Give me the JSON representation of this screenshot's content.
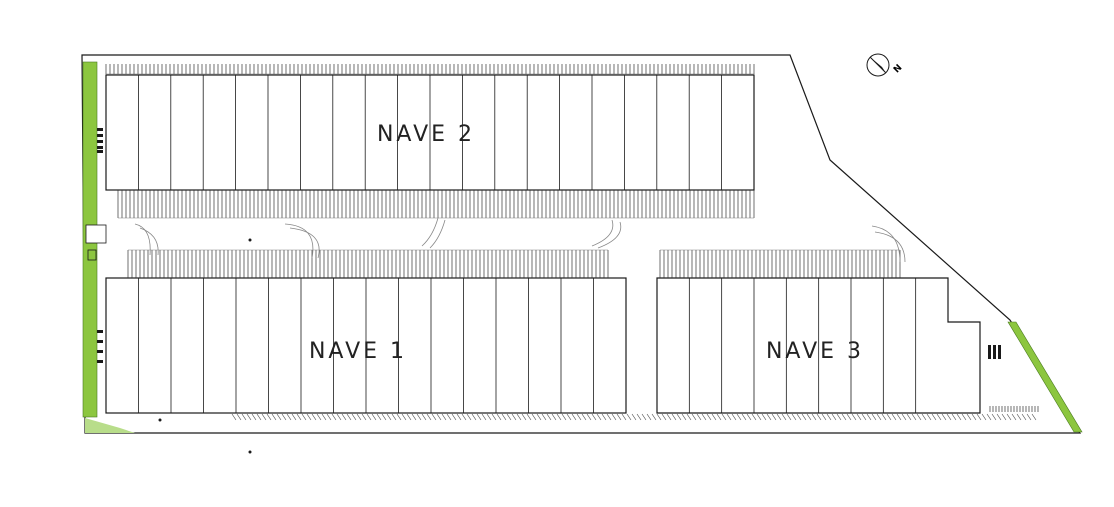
{
  "buildings": {
    "nave_1": {
      "label": "NAVE 1",
      "bays": 16
    },
    "nave_2": {
      "label": "NAVE 2",
      "bays": 20
    },
    "nave_3": {
      "label": "NAVE 3",
      "bays": 9
    }
  },
  "north_arrow": {
    "label": "N"
  },
  "colors": {
    "line": "#1a1a1a",
    "green_strip": "#8cc63f",
    "background": "#ffffff",
    "detail": "#555555"
  }
}
